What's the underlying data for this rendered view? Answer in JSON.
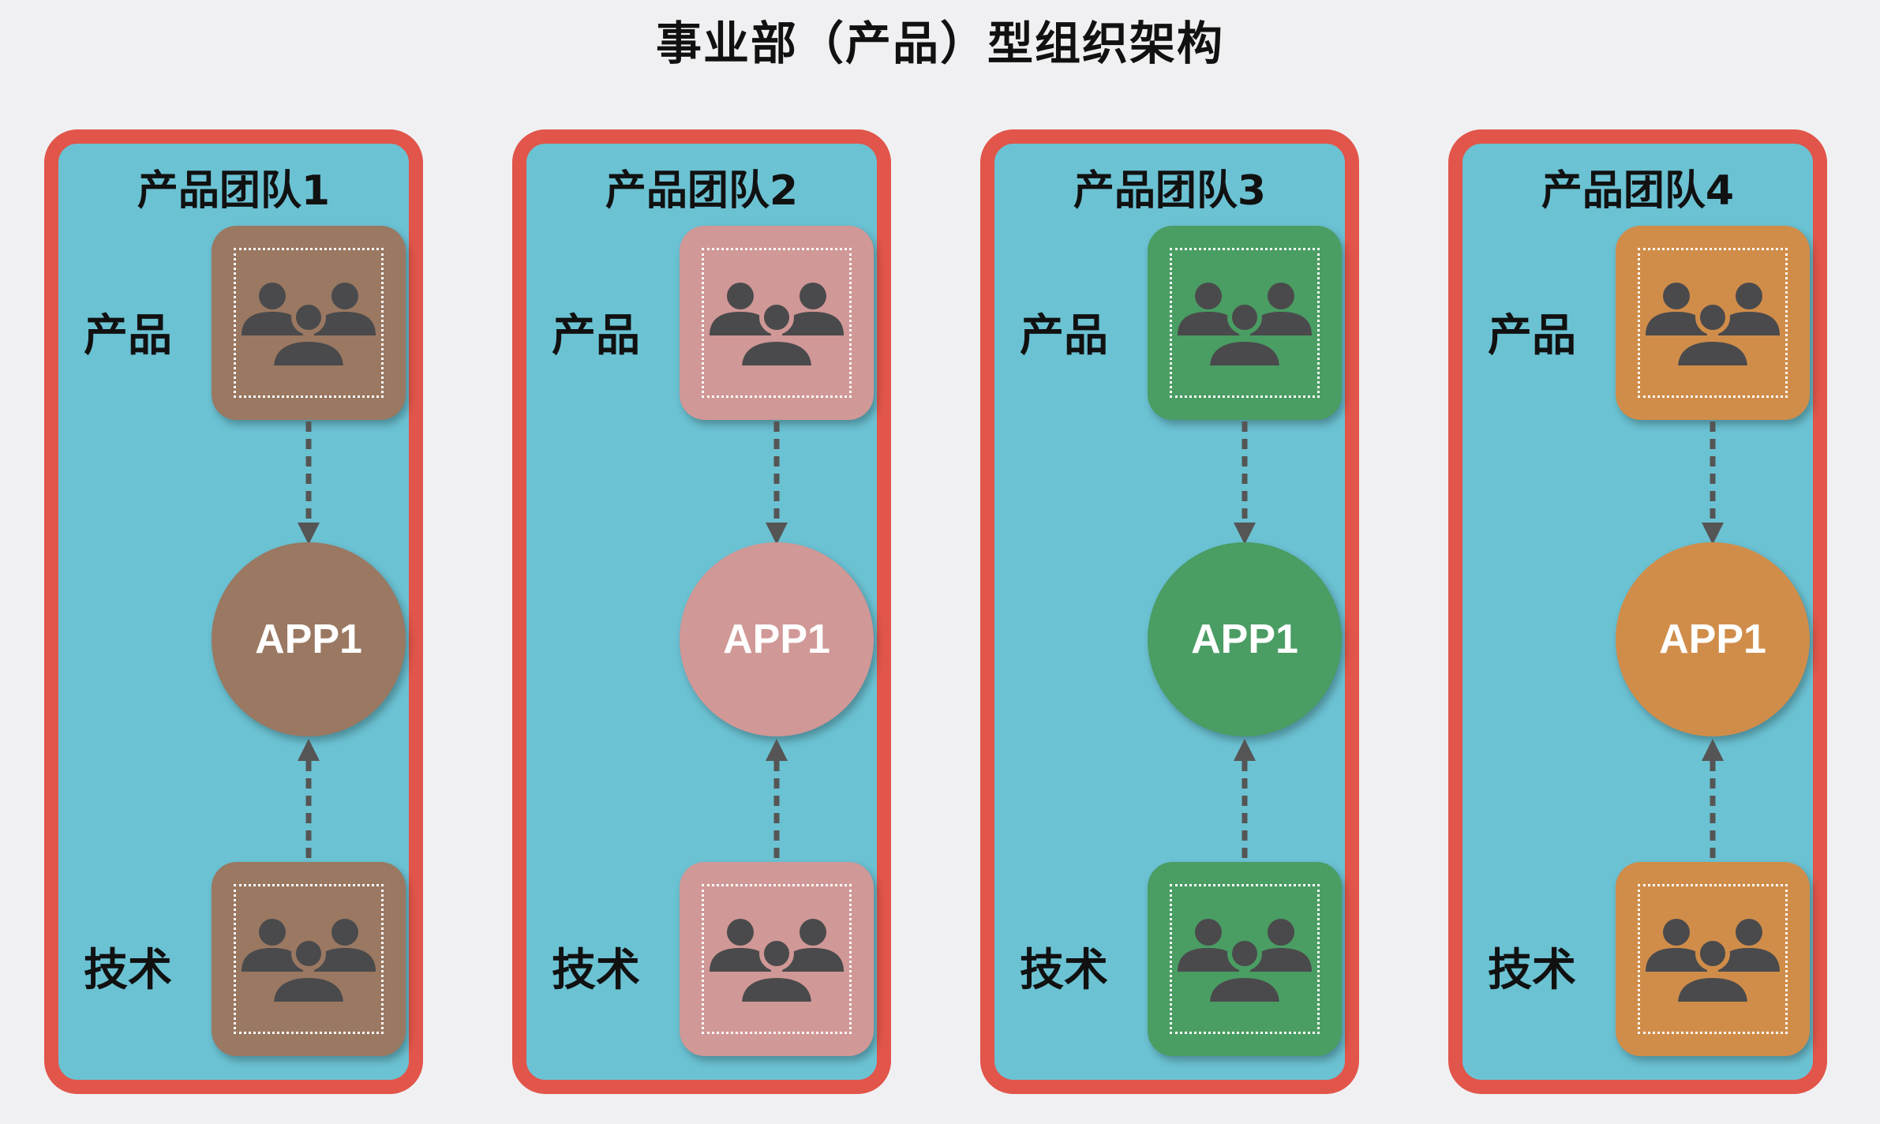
{
  "title": "事业部（产品）型组织架构",
  "role_labels": {
    "product": "产品",
    "tech": "技术"
  },
  "icons": {
    "group": "people-group-icon"
  },
  "colors": {
    "background": "#f0f0f2",
    "panel": "#6bc2d3",
    "panel_border": "#e1554a",
    "icon": "#4a4a4c",
    "connector": "#555555"
  },
  "teams": [
    {
      "name": "产品团队1",
      "app": "APP1",
      "color": "#9a7862"
    },
    {
      "name": "产品团队2",
      "app": "APP1",
      "color": "#d09896"
    },
    {
      "name": "产品团队3",
      "app": "APP1",
      "color": "#4a9d63"
    },
    {
      "name": "产品团队4",
      "app": "APP1",
      "color": "#d08d4a"
    }
  ]
}
